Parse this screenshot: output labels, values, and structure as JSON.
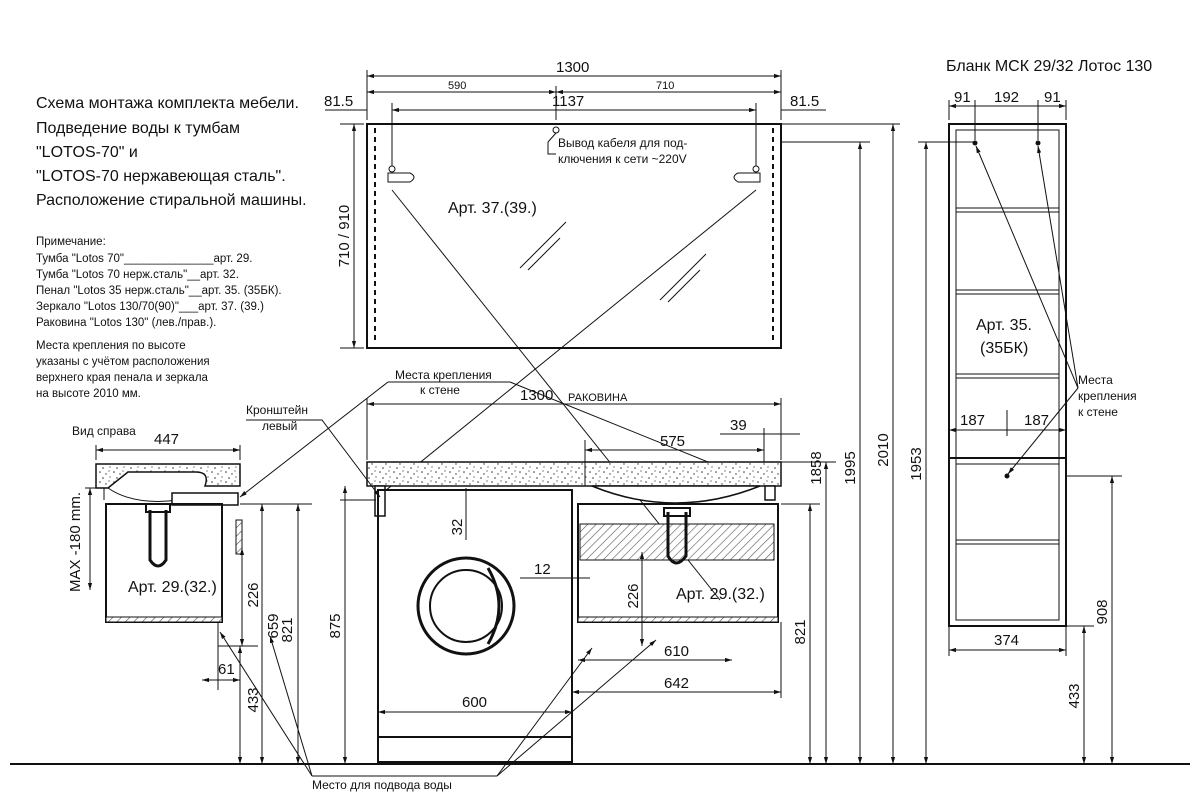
{
  "title_block": "Бланк МСК 29/32 Лотос 130",
  "description_lines": [
    "Схема монтажа комплекта мебели.",
    "Подведение воды к тумбам",
    "\"LOTOS-70\"   и",
    "\"LOTOS-70 нержавеющая сталь\".",
    "Расположение стиральной машины."
  ],
  "note": {
    "heading": "Примечание:",
    "lines": [
      "Тумба \"Lotos 70\"______________арт. 29.",
      "Тумба \"Lotos 70 нерж.сталь\"__арт. 32.",
      "Пенал \"Lotos 35 нерж.сталь\"__арт. 35. (35БК).",
      "Зеркало \"Lotos 130/70(90)\"___арт. 37. (39.)",
      "Раковина \"Lotos 130\" (лев./прав.)."
    ],
    "mount_lines": [
      "Места крепления по высоте",
      "указаны с учётом расположения",
      "верхнего края пенала и зеркала",
      "на высоте 2010 мм."
    ]
  },
  "labels": {
    "side_view": "Вид  справа",
    "cable": [
      "Вывод кабеля для под-",
      "ключения к сети ~220V"
    ],
    "mirror_art": "Арт. 37.(39.)",
    "wall_mount_center": [
      "Места крепления",
      "к стене"
    ],
    "bracket": [
      "Кронштейн",
      "левый"
    ],
    "sink": "РАКОВИНА",
    "cabinet_art_side": "Арт. 29.(32.)",
    "cabinet_art_front": "Арт. 29.(32.)",
    "max_label": "MAX -180 mm.",
    "water_supply": "Место для подвода воды",
    "pencil_art": [
      "Арт. 35.",
      "(35БК)"
    ],
    "wall_mount_right": [
      "Места",
      "крепления",
      "к стене"
    ]
  },
  "dimensions": {
    "top_total": "1300",
    "top_left": "590",
    "top_right": "710",
    "top_inner": "1137",
    "top_margin_left": "81.5",
    "top_margin_right": "81.5",
    "mirror_height": "710 / 910",
    "sink_width": "1300",
    "basin_width": "575",
    "basin_offset": "39",
    "side_depth": "447",
    "gap_32": "32",
    "gap_12": "12",
    "drain_226_side": "226",
    "drain_226_front": "226",
    "h_659": "659",
    "h_821_side": "821",
    "h_875": "875",
    "h_821_front": "821",
    "h_1858": "1858",
    "h_1995": "1995",
    "h_2010": "2010",
    "h_1953": "1953",
    "h_908": "908",
    "h_433_side": "433",
    "h_433_right": "433",
    "w_61": "61",
    "w_610": "610",
    "w_642": "642",
    "w_600": "600",
    "pencil_91_left": "91",
    "pencil_192": "192",
    "pencil_91_right": "91",
    "pencil_187_left": "187",
    "pencil_187_right": "187",
    "pencil_374": "374"
  }
}
